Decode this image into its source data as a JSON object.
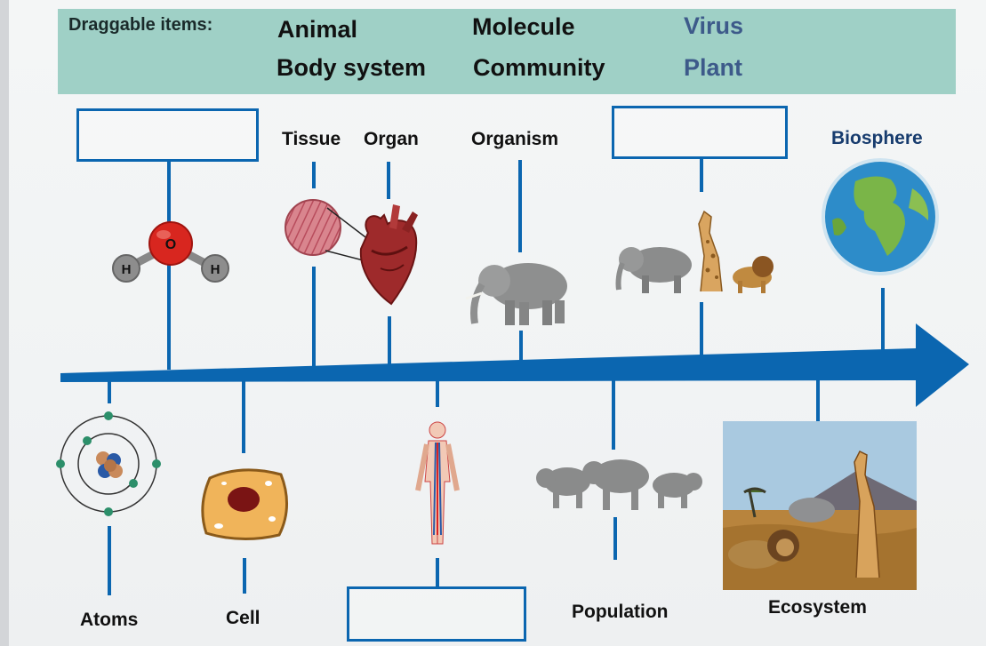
{
  "palette_label": "Draggable items:",
  "draggable_items": [
    "Animal",
    "Molecule",
    "Virus",
    "Body system",
    "Community",
    "Plant"
  ],
  "labels": {
    "tissue": "Tissue",
    "organ": "Organ",
    "organism": "Organism",
    "biosphere": "Biosphere",
    "atoms": "Atoms",
    "cell": "Cell",
    "population": "Population",
    "ecosystem": "Ecosystem"
  },
  "molecule_atoms": {
    "oxygen": "O",
    "hydrogen_left": "H",
    "hydrogen_right": "H"
  },
  "colors": {
    "arrow": "#0b66b0",
    "banner": "#9fd0c6"
  }
}
